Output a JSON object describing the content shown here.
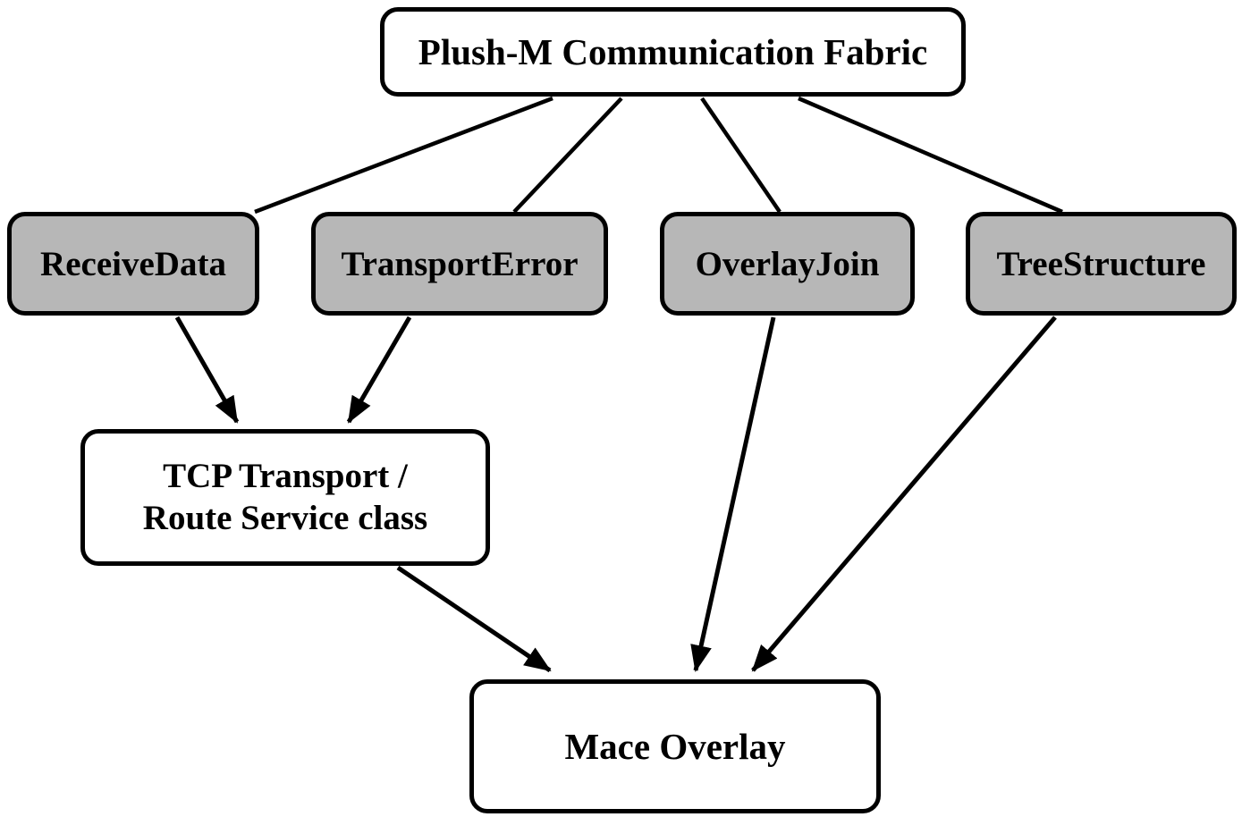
{
  "diagram": {
    "title": "Plush-M Communication Fabric",
    "nodes": {
      "fabric": {
        "label": "Plush-M Communication Fabric",
        "fill": "#ffffff"
      },
      "receive_data": {
        "label": "ReceiveData",
        "fill": "#b7b7b7"
      },
      "transport_error": {
        "label": "TransportError",
        "fill": "#b7b7b7"
      },
      "overlay_join": {
        "label": "OverlayJoin",
        "fill": "#b7b7b7"
      },
      "tree_structure": {
        "label": "TreeStructure",
        "fill": "#b7b7b7"
      },
      "tcp_transport": {
        "label_line1": "TCP Transport /",
        "label_line2": "Route Service class",
        "fill": "#ffffff"
      },
      "mace_overlay": {
        "label": "Mace Overlay",
        "fill": "#ffffff"
      }
    },
    "edges": [
      {
        "from": "fabric",
        "to": "receive_data",
        "arrow": false
      },
      {
        "from": "fabric",
        "to": "transport_error",
        "arrow": false
      },
      {
        "from": "fabric",
        "to": "overlay_join",
        "arrow": false
      },
      {
        "from": "fabric",
        "to": "tree_structure",
        "arrow": false
      },
      {
        "from": "receive_data",
        "to": "tcp_transport",
        "arrow": true
      },
      {
        "from": "transport_error",
        "to": "tcp_transport",
        "arrow": true
      },
      {
        "from": "overlay_join",
        "to": "mace_overlay",
        "arrow": true
      },
      {
        "from": "tree_structure",
        "to": "mace_overlay",
        "arrow": true
      },
      {
        "from": "tcp_transport",
        "to": "mace_overlay",
        "arrow": true
      }
    ],
    "colors": {
      "node_fill_gray": "#b7b7b7",
      "node_fill_white": "#ffffff",
      "border": "#000000",
      "edge": "#000000",
      "background": "#ffffff"
    }
  }
}
